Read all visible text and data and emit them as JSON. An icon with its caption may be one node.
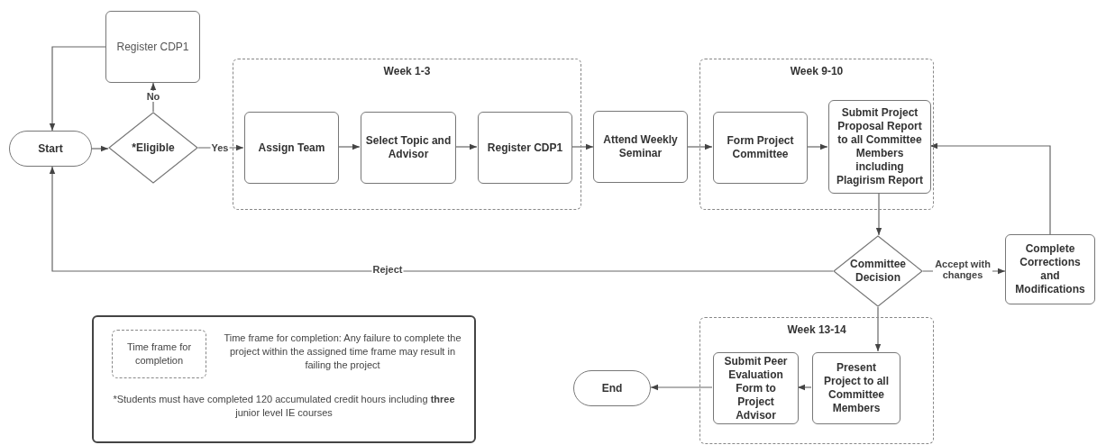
{
  "diagram": {
    "nodes": [
      {
        "text": [
          "Register CDP1"
        ]
      },
      {
        "text": [
          "Start"
        ]
      },
      {
        "text": [
          "*Eligible"
        ]
      },
      {
        "text": [
          "Week 1-3"
        ]
      },
      {
        "text": [
          "Assign Team"
        ],
        "in": 3
      },
      {
        "text": [
          "Select Topic and Advisor"
        ],
        "in": 3
      },
      {
        "text": [
          "Register CDP1"
        ],
        "in": 3
      },
      {
        "text": [
          "Attend Weekly Seminar"
        ]
      },
      {
        "text": [
          "Week 9-10"
        ]
      },
      {
        "text": [
          "Form Project Committee"
        ],
        "in": 8
      },
      {
        "text": [
          "Submit Project Proposal Report to all Committee Members including Plagirism Report"
        ],
        "in": 8
      },
      {
        "text": [
          "Committee Decision"
        ]
      },
      {
        "text": [
          "Complete Corrections and Modifications"
        ]
      },
      {
        "text": [
          "Week 13-14"
        ]
      },
      {
        "text": [
          "Present Project to all Committee Members"
        ],
        "in": 13
      },
      {
        "text": [
          "Submit Peer Evaluation Form to Project Advisor"
        ],
        "in": 13
      },
      {
        "text": [
          "End"
        ]
      },
      {
        "text": [
          "Time frame for completion: Any failure to complete the project within the assigned time frame may result in failing the project",
          "*Students must have completed 120 accumulated credit hours including **three** junior level IE courses"
        ]
      },
      {
        "text": [
          "Time frame for completion"
        ],
        "in": 17
      }
    ],
    "edges": [
      {
        "from": 1,
        "to": 2,
        "arrow": "to"
      },
      {
        "from": 2,
        "to": 0,
        "arrow": "to",
        "label": "No"
      },
      {
        "from": 0,
        "to": 1,
        "arrow": "to"
      },
      {
        "from": 2,
        "to": 4,
        "arrow": "to",
        "label": "Yes"
      },
      {
        "from": 4,
        "to": 5,
        "arrow": "to"
      },
      {
        "from": 5,
        "to": 6,
        "arrow": "to"
      },
      {
        "from": 6,
        "to": 7,
        "arrow": "to"
      },
      {
        "from": 7,
        "to": 9,
        "arrow": "to"
      },
      {
        "from": 9,
        "to": 10,
        "arrow": "to"
      },
      {
        "from": 10,
        "to": 11,
        "arrow": "to"
      },
      {
        "from": 11,
        "to": 1,
        "arrow": "to",
        "label": "Reject"
      },
      {
        "from": 11,
        "to": 12,
        "arrow": "to",
        "label": "Accept with changes"
      },
      {
        "from": 12,
        "to": 10,
        "arrow": "to"
      },
      {
        "from": 11,
        "to": 14,
        "arrow": "to"
      },
      {
        "from": 14,
        "to": 15,
        "arrow": "to"
      },
      {
        "from": 15,
        "to": 16,
        "arrow": "to"
      }
    ]
  }
}
